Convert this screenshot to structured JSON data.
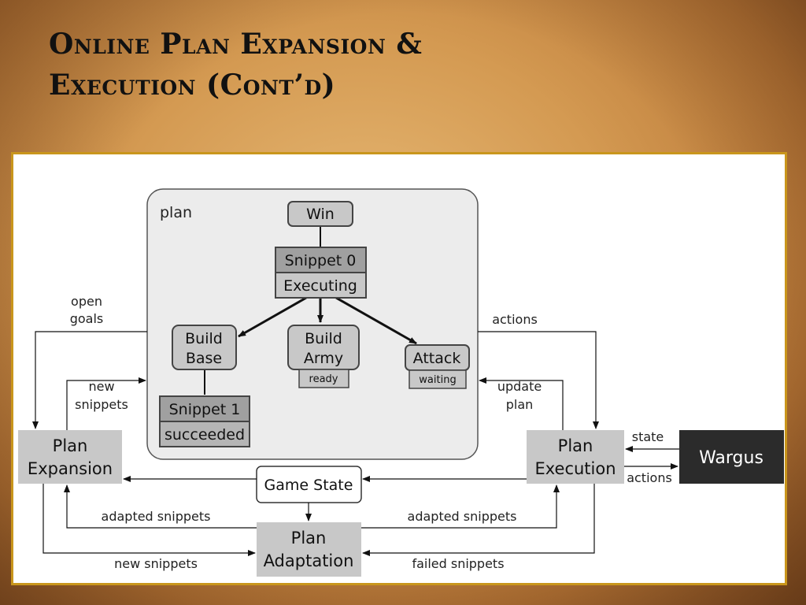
{
  "slide": {
    "title_line1": "Online Plan Expansion &",
    "title_line2": "Execution (Cont’d)"
  },
  "diagram": {
    "plan_label": "plan",
    "nodes": {
      "win": "Win",
      "snippet0": "Snippet 0",
      "snippet0_status": "Executing",
      "build_base_1": "Build",
      "build_base_2": "Base",
      "build_army_1": "Build",
      "build_army_2": "Army",
      "build_army_status": "ready",
      "attack": "Attack",
      "attack_status": "waiting",
      "snippet1": "Snippet 1",
      "snippet1_status": "succeeded",
      "plan_expansion_1": "Plan",
      "plan_expansion_2": "Expansion",
      "plan_execution_1": "Plan",
      "plan_execution_2": "Execution",
      "wargus": "Wargus",
      "game_state": "Game State",
      "plan_adaptation_1": "Plan",
      "plan_adaptation_2": "Adaptation"
    },
    "edges": {
      "open_goals_1": "open",
      "open_goals_2": "goals",
      "new_snippets_top_1": "new",
      "new_snippets_top_2": "snippets",
      "actions_top": "actions",
      "update_plan_1": "update",
      "update_plan_2": "plan",
      "state": "state",
      "actions_right": "actions",
      "adapted_snippets_left": "adapted snippets",
      "adapted_snippets_right": "adapted snippets",
      "new_snippets_bottom": "new snippets",
      "failed_snippets": "failed snippets"
    },
    "colors": {
      "box_gray": "#c8c8c8",
      "plan_area": "#ececec",
      "snippet_dark": "#a0a0a0",
      "wargus": "#2b2b2b"
    }
  }
}
